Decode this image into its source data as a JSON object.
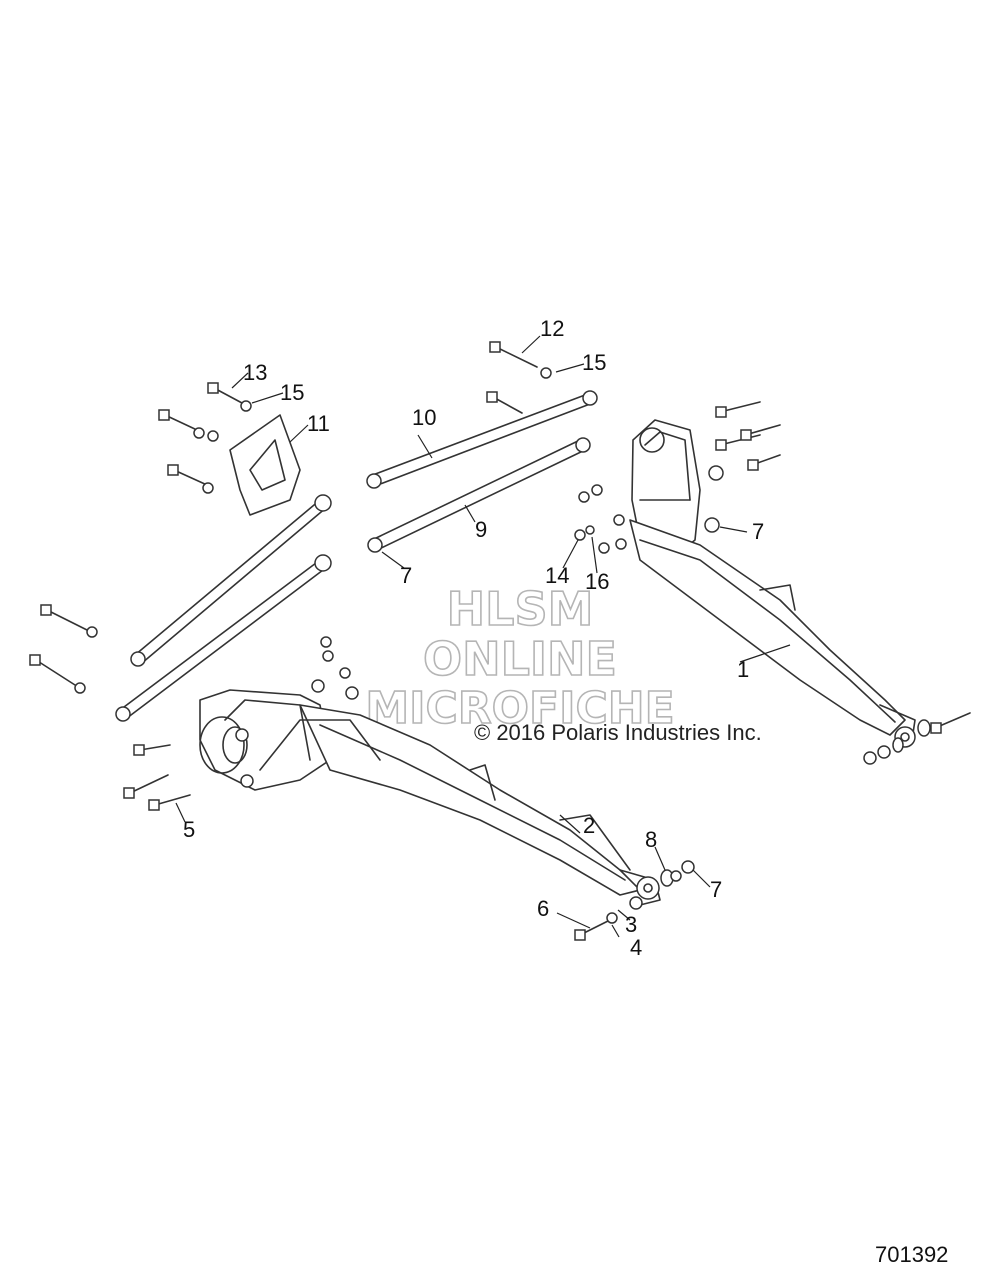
{
  "watermark": {
    "line1": "HLSM",
    "line2": "ONLINE",
    "line3": "MICROFICHE"
  },
  "copyright": "© 2016 Polaris Industries Inc.",
  "figure_number": "701392",
  "callouts": [
    {
      "id": "1",
      "label": "1"
    },
    {
      "id": "2",
      "label": "2"
    },
    {
      "id": "3",
      "label": "3"
    },
    {
      "id": "4",
      "label": "4"
    },
    {
      "id": "5",
      "label": "5"
    },
    {
      "id": "6",
      "label": "6"
    },
    {
      "id": "7a",
      "label": "7"
    },
    {
      "id": "7b",
      "label": "7"
    },
    {
      "id": "7c",
      "label": "7"
    },
    {
      "id": "8",
      "label": "8"
    },
    {
      "id": "9",
      "label": "9"
    },
    {
      "id": "10",
      "label": "10"
    },
    {
      "id": "11",
      "label": "11"
    },
    {
      "id": "12",
      "label": "12"
    },
    {
      "id": "13",
      "label": "13"
    },
    {
      "id": "14",
      "label": "14"
    },
    {
      "id": "15a",
      "label": "15"
    },
    {
      "id": "15b",
      "label": "15"
    },
    {
      "id": "16",
      "label": "16"
    }
  ]
}
